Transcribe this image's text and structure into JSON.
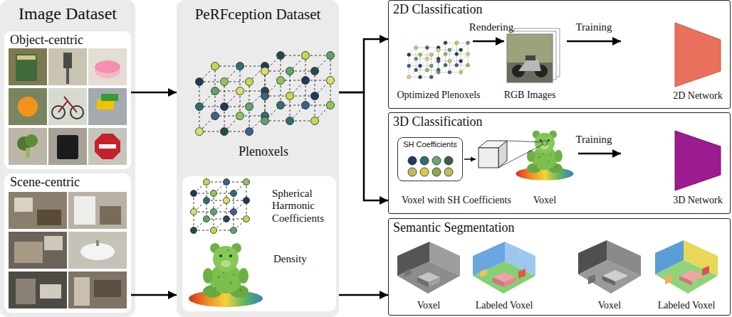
{
  "diagram": {
    "nodes": [
      {
        "text": [
          "Image Dataset"
        ]
      },
      {
        "text": [
          "Object-centric"
        ],
        "in": 0
      },
      {
        "text": [
          "Scene-centric"
        ],
        "in": 0
      },
      {
        "text": [
          "PeRFception Dataset"
        ]
      },
      {
        "text": [
          "Spherical Harmonic Coefficients",
          "Density"
        ],
        "in": 3
      },
      {
        "text": [
          "2D Classification"
        ]
      },
      {
        "text": [
          "3D Classification"
        ]
      },
      {
        "text": [
          "SH Coefficients"
        ],
        "in": 6
      },
      {
        "text": [
          "Semantic Segmentation"
        ]
      }
    ],
    "edges": [
      {
        "from": 1,
        "to": 3,
        "arrow": "to"
      },
      {
        "from": 2,
        "to": 3,
        "arrow": "to"
      },
      {
        "from": 3,
        "to": 5,
        "arrow": "to"
      },
      {
        "from": 3,
        "to": 6,
        "arrow": "to"
      },
      {
        "from": 3,
        "to": 8,
        "arrow": "to"
      }
    ],
    "labels": [
      "Plenoxels",
      "Rendering",
      "Training",
      "Optimized Plenoxels",
      "RGB Images",
      "2D Network",
      "Training",
      "Voxel with SH Coefficients",
      "Voxel",
      "3D Network",
      "Voxel",
      "Labeled Voxel",
      "Voxel",
      "Labeled Voxel"
    ]
  }
}
